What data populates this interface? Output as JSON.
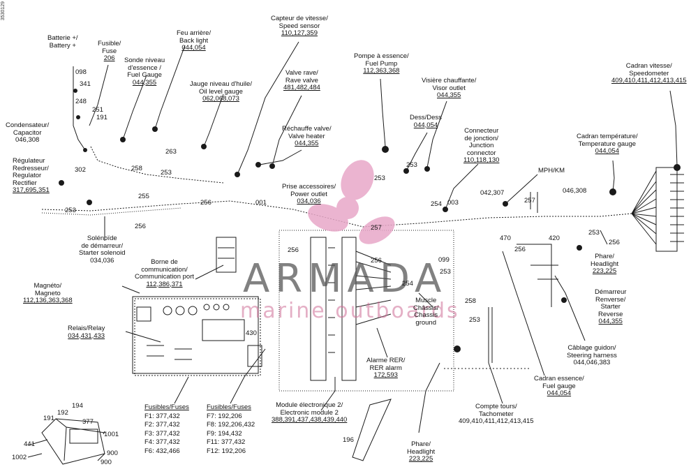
{
  "doc_id": "3530129",
  "brand": {
    "name": "ARMADA",
    "tagline": "marine outboards",
    "logo_color": "#e8a8c8"
  },
  "labels": {
    "battery": [
      "Batterie +/",
      "Battery +"
    ],
    "fuse": [
      "Fusible/",
      "Fuse"
    ],
    "fuse_ref": "206",
    "fuel_sender": [
      "Sonde niveau",
      "d'essence /",
      "Fuel Gauge"
    ],
    "fuel_sender_ref": "044,355",
    "back_light": [
      "Feu arrière/",
      "Back light"
    ],
    "back_light_ref": "044,054",
    "speed_sensor": [
      "Capteur de vitesse/",
      "Speed sensor"
    ],
    "speed_sensor_ref": "110,127,359",
    "oil_gauge": [
      "Jauge niveau d'huile/",
      "Oil level gauge"
    ],
    "oil_gauge_ref": "062,068,073",
    "rave_valve": [
      "Valve rave/",
      "Rave valve"
    ],
    "rave_valve_ref": "481,482,484",
    "valve_heater": [
      "Réchauffe valve/",
      "Valve heater"
    ],
    "valve_heater_ref": "044,355",
    "fuel_pump": [
      "Pompe à essence/",
      "Fuel Pump"
    ],
    "fuel_pump_ref": "112,363,368",
    "visor_outlet": [
      "Visière chauffante/",
      "Visor outlet"
    ],
    "visor_outlet_ref": "044,355",
    "speedometer": [
      "Cadran vitesse/",
      "Speedometer"
    ],
    "speedometer_ref": "409,410,411,412,413,415",
    "desscess": [
      "Dess/Dess"
    ],
    "desscess_ref": "044,054",
    "junction": [
      "Connecteur",
      "de jonction/",
      "Junction",
      "connector"
    ],
    "junction_ref": "110,118,130",
    "temp_gauge": [
      "Cadran température/",
      "Temperature gauge"
    ],
    "temp_gauge_ref": "044,054",
    "capacitor": [
      "Condensateur/",
      "Capacitor"
    ],
    "capacitor_ref": "046,308",
    "regulator": [
      "Régulateur",
      "Redresseur/",
      "Regulator",
      "Rectifier"
    ],
    "regulator_ref": "317,695,351",
    "power_outlet": [
      "Prise accessoires/",
      "Power outlet"
    ],
    "power_outlet_ref": "034,036",
    "mph_km": "MPH/KM",
    "starter_solenoid": [
      "Solénoïde",
      "de démarreur/",
      "Starter solenoid"
    ],
    "starter_solenoid_ref": "034,036",
    "comm_port": [
      "Borne de",
      "communication/",
      "Communication port"
    ],
    "comm_port_ref": "112,386,371",
    "magneto": [
      "Magnéto/",
      "Magneto"
    ],
    "magneto_ref": "112,136,363,368",
    "relay": [
      "Relais/Relay"
    ],
    "relay_ref": "034,431,433",
    "headlight_r": [
      "Phare/",
      "Headlight"
    ],
    "headlight_r_ref": "223,225",
    "starter_reverse": [
      "Démarreur",
      "Renverse/",
      "Starter",
      "Reverse"
    ],
    "starter_reverse_ref": "044,355",
    "muscle_ground": [
      "Muscle",
      "Châssis/",
      "Chassis",
      "ground"
    ],
    "steering_harness": [
      "Câblage guidon/",
      "Steering harness"
    ],
    "steering_harness_ref": "044,046,383",
    "rer_alarm": [
      "Alarme RER/",
      "RER alarm"
    ],
    "rer_alarm_ref": "172,593",
    "fuel_gauge": [
      "Cadran essence/",
      "Fuel gauge"
    ],
    "fuel_gauge_ref": "044,054",
    "tachometer": [
      "Compte tours/",
      "Tachometer"
    ],
    "tachometer_ref": "409,410,411,412,413,415",
    "ecm": [
      "Module électronique 2/",
      "Electronic module 2"
    ],
    "ecm_ref": "388,391,437,438,439,440",
    "headlight_b": [
      "Phare/",
      "Headlight"
    ],
    "headlight_b_ref": "223,225"
  },
  "wire_numbers": {
    "n098": "098",
    "n341": "341",
    "n248": "248",
    "n251": "251",
    "n191": "191",
    "n302": "302",
    "n263": "263",
    "n258a": "258",
    "n253a": "253",
    "n255": "255",
    "n253b": "253",
    "n256a": "256",
    "n256b": "256",
    "n001": "001",
    "n253c": "253",
    "n253d": "253",
    "n254": "254",
    "n003": "003",
    "n257a": "257",
    "n257b": "257",
    "n042_307": "042,307",
    "n046_308": "046,308",
    "n470": "470",
    "n420": "420",
    "n253e": "253",
    "n256c": "256",
    "n256d": "256",
    "n256e": "256",
    "n256f": "256",
    "n099": "099",
    "n253f": "253",
    "n254b": "254",
    "n258b": "258",
    "n253g": "253",
    "n430": "430",
    "n196": "196",
    "n1001": "1001",
    "n900a": "900",
    "n900b": "900",
    "n441": "441",
    "n1002": "1002",
    "n191b": "191",
    "n192": "192",
    "n194": "194",
    "n377": "377"
  },
  "fuses_left": {
    "title": "Fusibles/Fuses",
    "rows": [
      "F1: 377,432",
      "F2: 377,432",
      "F3: 377,432",
      "F4: 377,432",
      "F6: 432,466"
    ]
  },
  "fuses_right": {
    "title": "Fusibles/Fuses",
    "rows": [
      "F7: 192,206",
      "F8: 192,206,432",
      "F9: 194,432",
      "F11: 377,432",
      "F12: 192,206"
    ]
  }
}
